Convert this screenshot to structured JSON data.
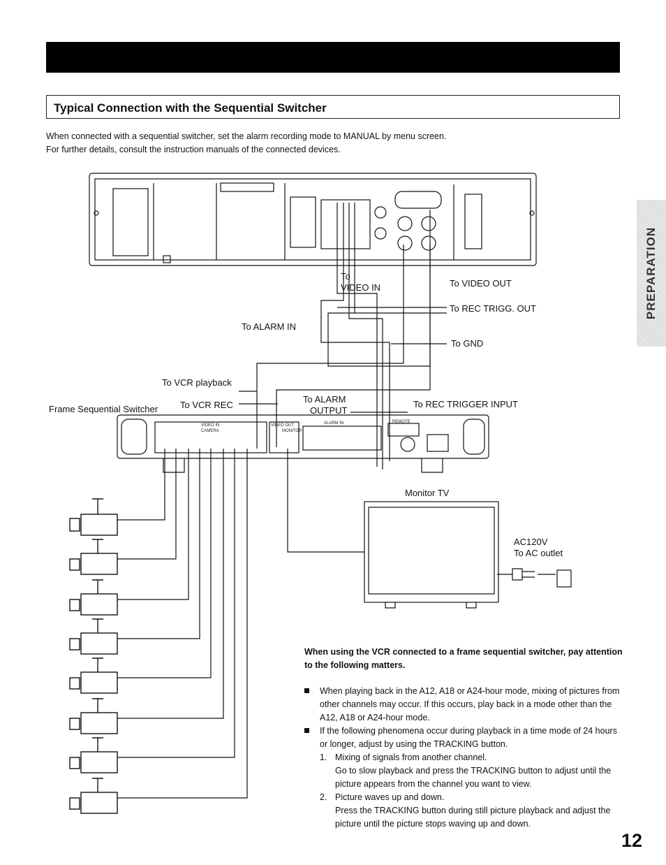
{
  "section": {
    "title": "Typical Connection with the Sequential Switcher"
  },
  "intro": [
    "When connected with a sequential switcher, set the alarm recording mode to MANUAL by menu screen.",
    "For further details, consult the instruction manuals of the connected devices."
  ],
  "diagram": {
    "labels": {
      "to_video_in_1": "To",
      "to_video_in_2": "VIDEO IN",
      "to_video_out": "To VIDEO OUT",
      "to_rec_trigg_out": "To REC TRIGG. OUT",
      "to_alarm_in": "To ALARM IN",
      "to_gnd": "To GND",
      "to_vcr_playback": "To VCR playback",
      "frame_sequential_switcher": "Frame Sequential Switcher",
      "to_vcr_rec": "To VCR REC",
      "to_alarm_output_1": "To ALARM",
      "to_alarm_output_2": "OUTPUT",
      "to_rec_trigger_input": "To REC TRIGGER INPUT",
      "monitor_tv": "Monitor TV",
      "ac120v": "AC120V",
      "to_ac_outlet": "To AC outlet"
    },
    "panel_text": {
      "video_in": "VIDEO IN",
      "camera": "CAMERA",
      "video_out": "VIDEO OUT",
      "monitor": "MONITOR",
      "alarm_in": "ALARM IN",
      "remote": "REMOTE"
    },
    "camera_count": 8
  },
  "side_tab": "PREPARATION",
  "notes": {
    "heading": "When using the VCR connected to a frame sequential switcher, pay attention to the following matters.",
    "bullet1": "When playing back in the A12, A18 or A24-hour mode, mixing of pictures from other channels may occur. If this occurs, play back in a mode other than the A12, A18 or A24-hour mode.",
    "bullet2": "If the following phenomena occur during playback in a time mode of 24 hours or longer, adjust by using the TRACKING button.",
    "item1_num": "1.",
    "item1_title": "Mixing of signals from another channel.",
    "item1_text": "Go to slow playback and press the TRACKING button to adjust until the picture appears from the channel you want to view.",
    "item2_num": "2.",
    "item2_title": "Picture waves up and down.",
    "item2_text": "Press the TRACKING button during still picture playback and adjust the picture until the picture stops waving up and down."
  },
  "page_number": "12"
}
